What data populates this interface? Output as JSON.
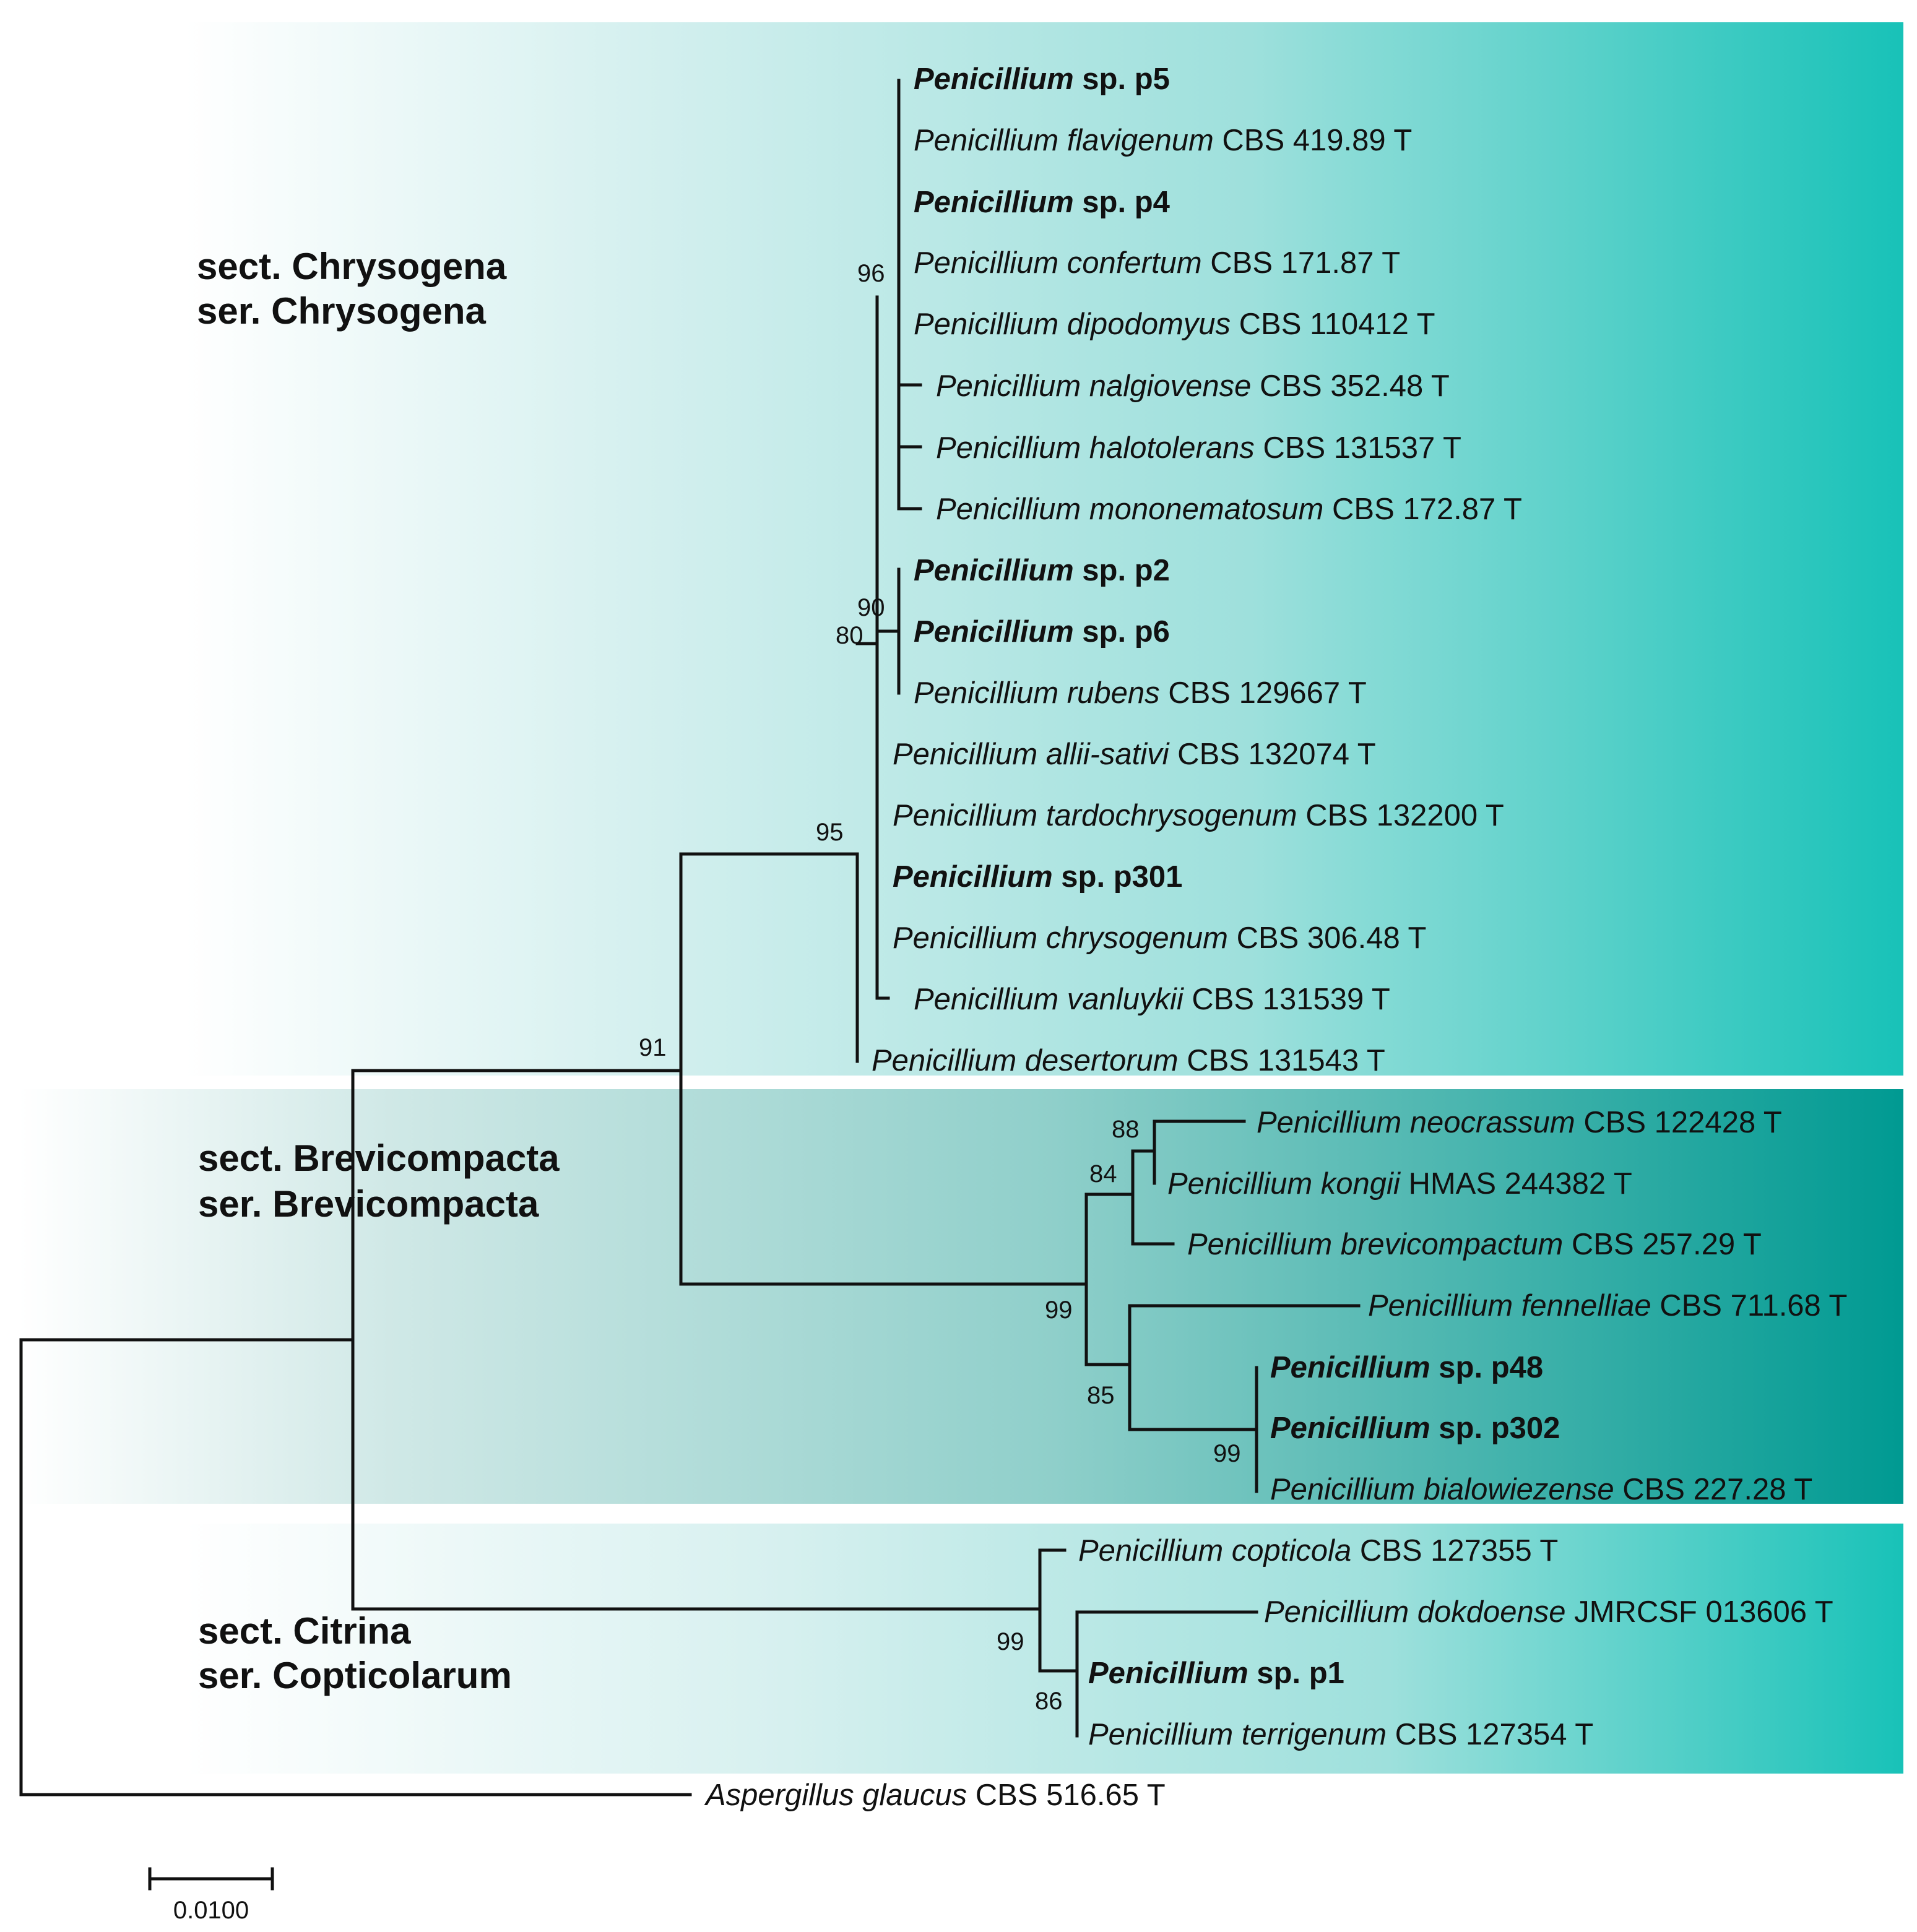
{
  "colors": {
    "chrysogena_band": "#18c2b8",
    "brevicompacta_band": "#009a92",
    "citrina_band": "#18c2b8",
    "branch": "#111111"
  },
  "sections": [
    {
      "id": "chrysogena",
      "line1": "sect. Chrysogena",
      "line2": "ser. Chrysogena"
    },
    {
      "id": "brevicompacta",
      "line1": "sect. Brevicompacta",
      "line2": "ser. Brevicompacta"
    },
    {
      "id": "citrina",
      "line1": "sect. Citrina",
      "line2": "ser. Copticolarum"
    }
  ],
  "taxa": [
    {
      "id": "p5",
      "genus": "Penicillium",
      "rest": " sp. p5",
      "bold": true
    },
    {
      "id": "flavigenum",
      "genus": "Penicillium flavigenum",
      "rest": " CBS 419.89 T",
      "bold": false
    },
    {
      "id": "p4",
      "genus": "Penicillium",
      "rest": " sp. p4",
      "bold": true
    },
    {
      "id": "confertum",
      "genus": "Penicillium confertum",
      "rest": " CBS 171.87  T",
      "bold": false
    },
    {
      "id": "dipodomyus",
      "genus": "Penicillium dipodomyus",
      "rest": " CBS 110412 T",
      "bold": false
    },
    {
      "id": "nalgiovense",
      "genus": "Penicillium nalgiovense",
      "rest": " CBS 352.48  T",
      "bold": false
    },
    {
      "id": "halotolerans",
      "genus": "Penicillium halotolerans",
      "rest": " CBS 131537 T",
      "bold": false
    },
    {
      "id": "mononematosum",
      "genus": "Penicillium mononematosum",
      "rest": " CBS 172.87 T",
      "bold": false
    },
    {
      "id": "p2",
      "genus": "Penicillium",
      "rest": " sp. p2",
      "bold": true
    },
    {
      "id": "p6",
      "genus": "Penicillium",
      "rest": " sp. p6",
      "bold": true
    },
    {
      "id": "rubens",
      "genus": "Penicillium rubens",
      "rest": " CBS 129667 T",
      "bold": false
    },
    {
      "id": "allii",
      "genus": "Penicillium allii-sativi",
      "rest": " CBS 132074 T",
      "bold": false
    },
    {
      "id": "tardo",
      "genus": "Penicillium tardochrysogenum",
      "rest": " CBS 132200 T",
      "bold": false
    },
    {
      "id": "p301",
      "genus": "Penicillium",
      "rest": " sp. p301",
      "bold": true
    },
    {
      "id": "chrysogenum",
      "genus": "Penicillium chrysogenum",
      "rest": " CBS 306.48 T",
      "bold": false
    },
    {
      "id": "vanluykii",
      "genus": "Penicillium vanluykii",
      "rest": " CBS 131539 T",
      "bold": false
    },
    {
      "id": "desertorum",
      "genus": "Penicillium desertorum",
      "rest": " CBS 131543 T",
      "bold": false
    },
    {
      "id": "neocrassum",
      "genus": "Penicillium neocrassum",
      "rest": " CBS 122428 T",
      "bold": false
    },
    {
      "id": "kongii",
      "genus": "Penicillium kongii",
      "rest": " HMAS 244382 T",
      "bold": false
    },
    {
      "id": "brevicompactum",
      "genus": "Penicillium brevicompactum",
      "rest": " CBS 257.29 T",
      "bold": false
    },
    {
      "id": "fennelliae",
      "genus": "Penicillium fennelliae",
      "rest": " CBS 711.68  T",
      "bold": false
    },
    {
      "id": "p48",
      "genus": "Penicillium",
      "rest": " sp. p48",
      "bold": true
    },
    {
      "id": "p302",
      "genus": "Penicillium",
      "rest": " sp. p302",
      "bold": true
    },
    {
      "id": "bialowiezense",
      "genus": "Penicillium bialowiezense",
      "rest": " CBS 227.28  T",
      "bold": false
    },
    {
      "id": "copticola",
      "genus": "Penicillium copticola",
      "rest": " CBS 127355  T",
      "bold": false
    },
    {
      "id": "dokdoense",
      "genus": "Penicillium dokdoense",
      "rest": " JMRCSF 013606  T",
      "bold": false
    },
    {
      "id": "p1",
      "genus": "Penicillium",
      "rest": " sp. p1",
      "bold": true
    },
    {
      "id": "terrigenum",
      "genus": "Penicillium terrigenum",
      "rest": " CBS 127354  T",
      "bold": false
    },
    {
      "id": "aspergillus",
      "genus": "Aspergillus glaucus",
      "rest": " CBS 516.65 T",
      "bold": false
    }
  ],
  "bootstrap": [
    "96",
    "90",
    "80",
    "95",
    "91",
    "88",
    "84",
    "99",
    "85",
    "99",
    "99",
    "86"
  ],
  "scale_bar": {
    "label": "0.0100"
  }
}
